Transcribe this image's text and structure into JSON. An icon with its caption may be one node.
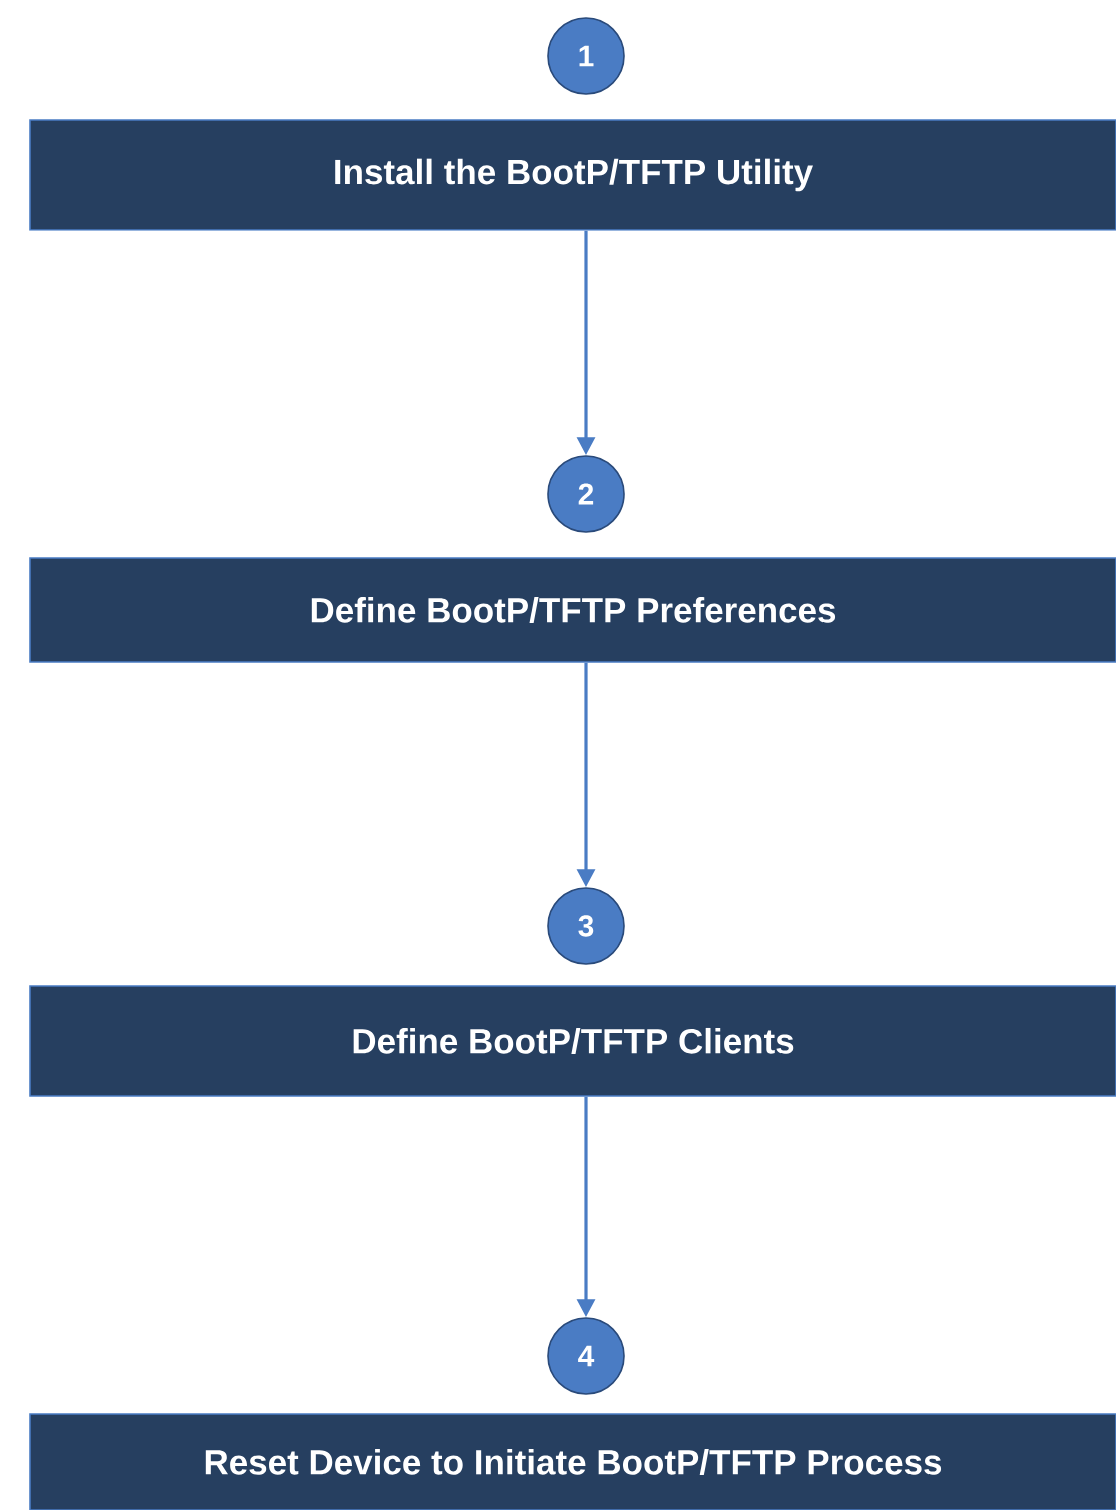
{
  "diagram": {
    "nodes": [
      {
        "text": [
          "1"
        ]
      },
      {
        "text": [
          "Install the BootP/TFTP Utility"
        ]
      },
      {
        "text": [
          "2"
        ]
      },
      {
        "text": [
          "Define BootP/TFTP Preferences"
        ]
      },
      {
        "text": [
          "3"
        ]
      },
      {
        "text": [
          "Define BootP/TFTP Clients"
        ]
      },
      {
        "text": [
          "4"
        ]
      },
      {
        "text": [
          "Reset Device to Initiate BootP/TFTP Process"
        ]
      }
    ],
    "edges": [
      {
        "from": 1,
        "to": 2,
        "arrow": "to"
      },
      {
        "from": 3,
        "to": 4,
        "arrow": "to"
      },
      {
        "from": 5,
        "to": 6,
        "arrow": "to"
      }
    ]
  }
}
